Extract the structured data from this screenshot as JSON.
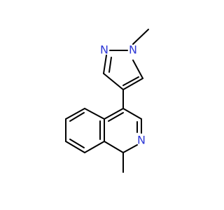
{
  "molecule": {
    "atom_labels": {
      "pyrazole_n2": "N",
      "pyrazole_n1": "N",
      "isoquinoline_n": "N"
    },
    "colors": {
      "bond": "#000000",
      "nitrogen": "#2f39d6",
      "background": "#ffffff"
    }
  }
}
